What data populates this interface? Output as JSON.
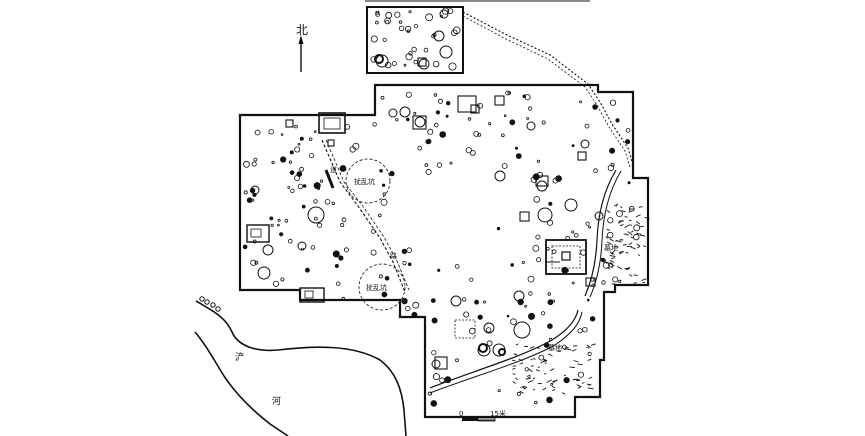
{
  "map": {
    "north_label": "北",
    "road_label_upper": "道",
    "road_label_lower": "路",
    "disturbance_label_upper": "扰乱坑",
    "disturbance_label_lower": "扰乱坑",
    "cemetery_label_east": "墓地",
    "cemetery_label_south": "墓地",
    "river_label_1": "浐",
    "river_label_2": "河",
    "scale_start": "0",
    "scale_end": "15米",
    "colors": {
      "ink": "#111111",
      "paper": "#ffffff"
    }
  }
}
